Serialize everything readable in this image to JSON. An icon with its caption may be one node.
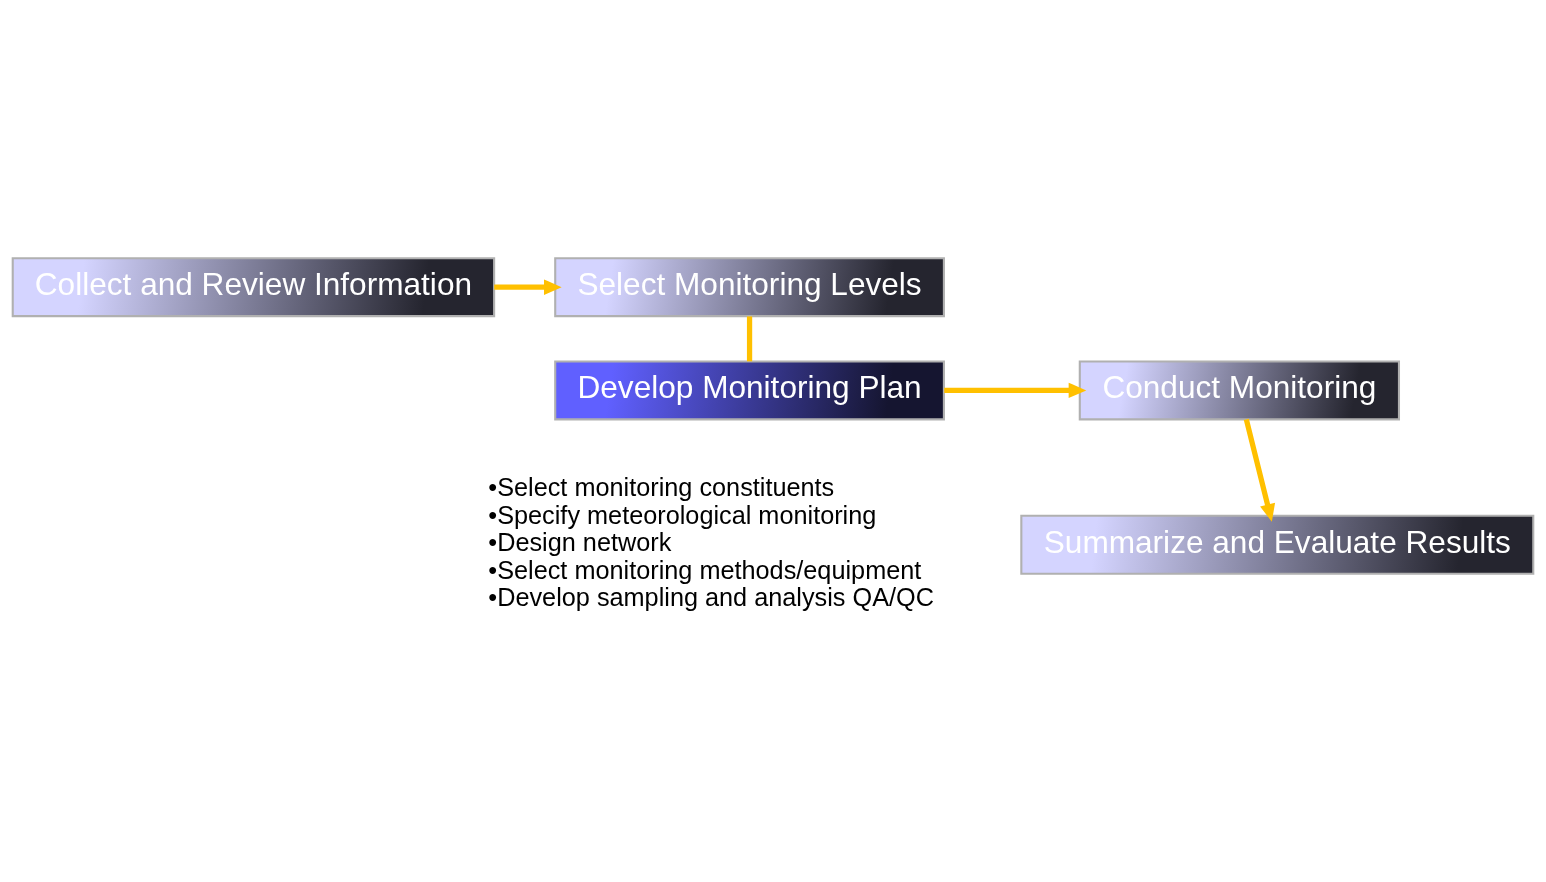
{
  "diagram": {
    "nodes": [
      {
        "text": [
          "Collect and Review Information"
        ]
      },
      {
        "text": [
          "Select Monitoring Levels"
        ]
      },
      {
        "text": [
          "Develop Monitoring Plan"
        ],
        "beside": [
          "•Select monitoring constituents",
          "•Specify meteorological monitoring",
          "•Design network",
          "•Select monitoring methods/equipment",
          "•Develop sampling and analysis QA/QC"
        ]
      },
      {
        "text": [
          "Conduct Monitoring"
        ]
      },
      {
        "text": [
          "Summarize and Evaluate Results"
        ]
      }
    ],
    "edges": [
      {
        "from": 0,
        "to": 1,
        "arrow": "to"
      },
      {
        "from": 1,
        "to": 2,
        "arrow": "none"
      },
      {
        "from": 2,
        "to": 3,
        "arrow": "to"
      },
      {
        "from": 3,
        "to": 4,
        "arrow": "to"
      }
    ]
  }
}
